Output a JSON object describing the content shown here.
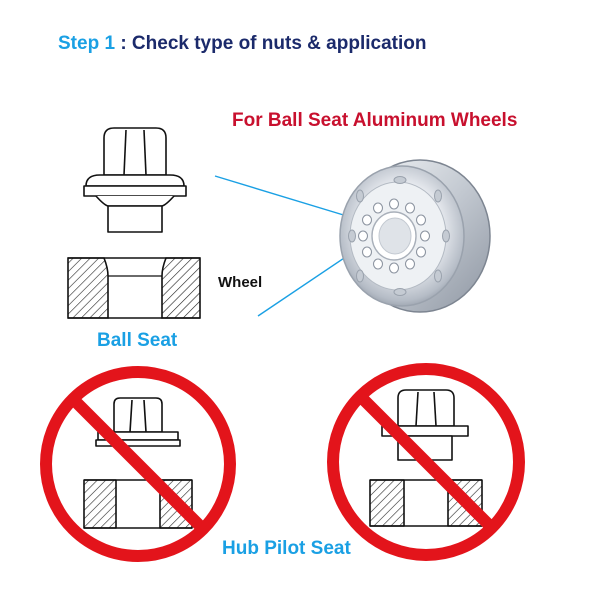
{
  "header": {
    "step_label": "Step 1",
    "separator": ":",
    "title": "Check type of nuts & application"
  },
  "wheel_section": {
    "title": "For Ball Seat Aluminum Wheels",
    "wheel_label": "Wheel",
    "seat_label": "Ball Seat"
  },
  "bottom_section": {
    "seat_label": "Hub Pilot Seat"
  },
  "icons": {
    "ball_seat_nut": "ball-seat-nut-icon",
    "wheel_seat": "wheel-seat-cross-section-icon",
    "aluminum_wheel": "aluminum-wheel-icon",
    "prohibited_left": "prohibited-sign-icon",
    "prohibited_right": "prohibited-sign-icon"
  },
  "colors": {
    "step": "#1aa0e4",
    "title": "#1b2a6b",
    "subtitle": "#c8102e",
    "seat_label": "#1aa0e4",
    "prohibited": "#e3141b",
    "leader_line": "#1aa0e4"
  }
}
